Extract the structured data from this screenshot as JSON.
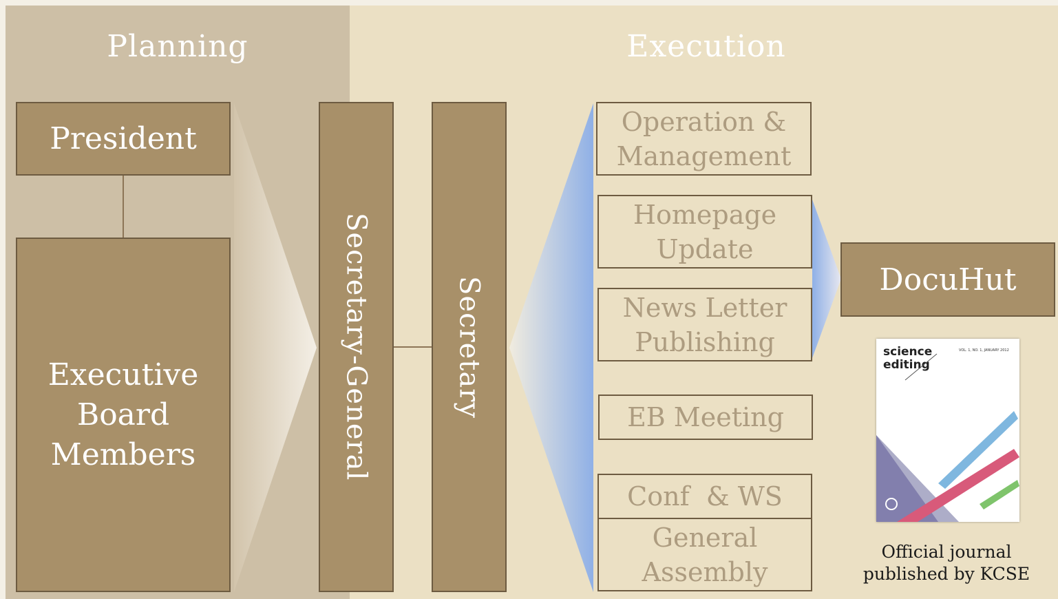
{
  "sections": {
    "planning": "Planning",
    "execution": "Execution"
  },
  "planning_boxes": {
    "president": "President",
    "executive_board": "Executive Board Members"
  },
  "middle_boxes": {
    "secretary_general": "Secretary-General",
    "secretary": "Secretary"
  },
  "execution_boxes": [
    "Operation & Management",
    "Homepage Update",
    "News Letter Publishing",
    "EB Meeting",
    "Conf  & WS",
    "General Assembly"
  ],
  "docuhut": "DocuHut",
  "journal_cover": {
    "title_line1": "science",
    "title_line2": "editing",
    "issue": "VOL. 1, NO. 1, JANUARY 2012"
  },
  "caption": "Official journal published by KCSE",
  "colors": {
    "planning_bg": "#cdbfa6",
    "execution_bg": "#ebe0c4",
    "box_fill": "#a89069",
    "box_border": "#6d5b41",
    "light_box_text": "#ad9c80",
    "arrow_blue": "#8fb0e6"
  }
}
